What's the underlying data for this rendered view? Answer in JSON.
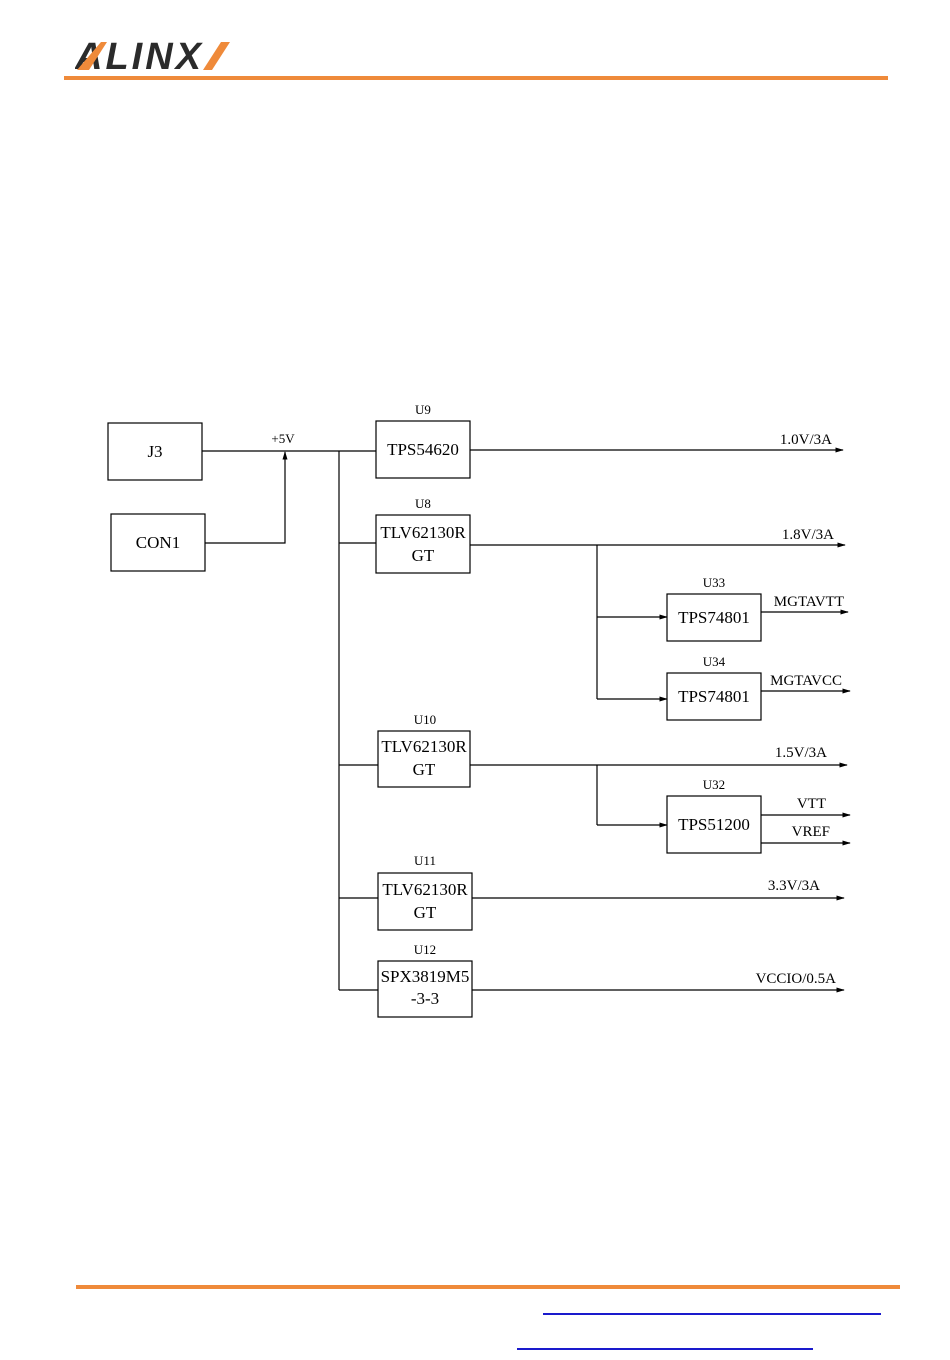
{
  "header": {
    "logo_text": "ALINX",
    "accent_color": "#ef8a3a"
  },
  "diagram": {
    "boxes": {
      "j3": "J3",
      "con1": "CON1",
      "u9": {
        "ref": "U9",
        "line1": "TPS54620"
      },
      "u8": {
        "ref": "U8",
        "line1": "TLV62130R",
        "line2": "GT"
      },
      "u33": {
        "ref": "U33",
        "line1": "TPS74801"
      },
      "u34": {
        "ref": "U34",
        "line1": "TPS74801"
      },
      "u10": {
        "ref": "U10",
        "line1": "TLV62130R",
        "line2": "GT"
      },
      "u32": {
        "ref": "U32",
        "line1": "TPS51200"
      },
      "u11": {
        "ref": "U11",
        "line1": "TLV62130R",
        "line2": "GT"
      },
      "u12": {
        "ref": "U12",
        "line1": "SPX3819M5",
        "line2": "-3-3"
      }
    },
    "nets": {
      "input": "+5V",
      "u9_out": "1.0V/3A",
      "u8_out": "1.8V/3A",
      "u33_out": "MGTAVTT",
      "u34_out": "MGTAVCC",
      "u10_out": "1.5V/3A",
      "u32_vtt": "VTT",
      "u32_vref": "VREF",
      "u11_out": "3.3V/3A",
      "u12_out": "VCCIO/0.5A"
    }
  },
  "footer": {
    "link_color": "#1a1acc"
  }
}
